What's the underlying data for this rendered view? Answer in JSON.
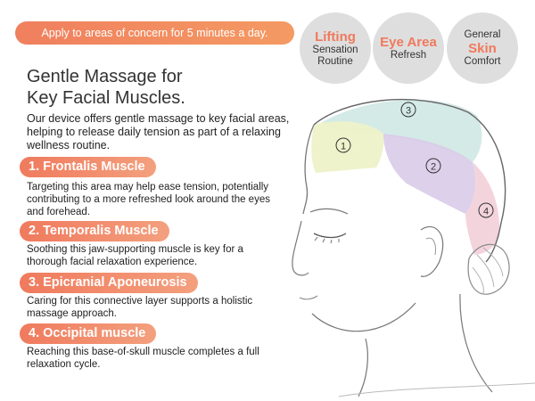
{
  "banner": {
    "text": "Apply to areas of concern for 5 minutes a day."
  },
  "benefits": [
    {
      "big": "Lifting",
      "small1": "Sensation",
      "small2": "Routine"
    },
    {
      "big": "Eye Area",
      "small1": "Refresh"
    },
    {
      "pre": "General",
      "big": "Skin",
      "small1": "Comfort"
    }
  ],
  "heading": {
    "line1": "Gentle Massage for",
    "line2": "Key Facial Muscles."
  },
  "intro": "Our device offers gentle massage to key facial areas, helping to release daily tension as part of a relaxing wellness routine.",
  "muscles": [
    {
      "label": "1. Frontalis Muscle",
      "desc": "Targeting this area may help ease tension, potentially contributing to a more refreshed look around the eyes and forehead."
    },
    {
      "label": "2. Temporalis Muscle",
      "desc": "Soothing this jaw-supporting muscle is key for a thorough facial relaxation experience."
    },
    {
      "label": "3. Epicranial Aponeurosis",
      "desc": "Caring for this connective layer supports a holistic massage approach."
    },
    {
      "label": "4. Occipital muscle",
      "desc": "Reaching this base-of-skull muscle completes a full relaxation cycle."
    }
  ],
  "markers": [
    "①",
    "②",
    "③",
    "④"
  ],
  "colors": {
    "accent": "#f07f5e",
    "zone_frontalis": "#eef2c8",
    "zone_temporalis": "#d9cbe8",
    "zone_aponeurosis": "#cfe8e4",
    "zone_occipital": "#f2cfd9"
  }
}
